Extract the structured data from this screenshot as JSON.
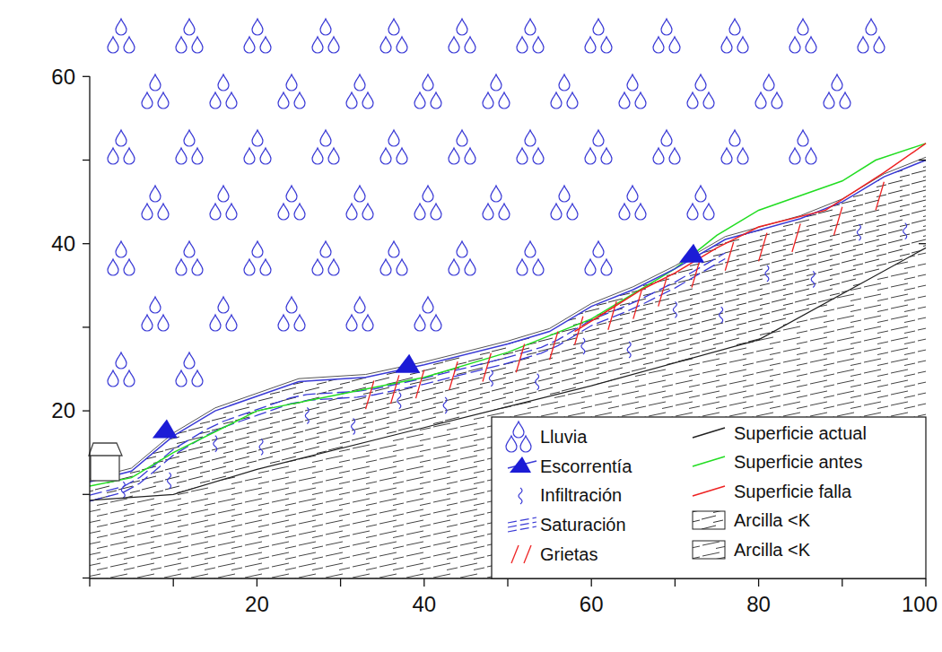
{
  "diagram": {
    "labels": [
      "60",
      "40",
      "20",
      "20",
      "40",
      "60",
      "80",
      "100"
    ],
    "legend": [
      {
        "text": "Lluvia"
      },
      {
        "text": "Escorrentía"
      },
      {
        "text": "Infiltración"
      },
      {
        "text": "Saturación"
      },
      {
        "text": "Grietas"
      },
      {
        "text": "Superficie actual"
      },
      {
        "text": "Superficie antes"
      },
      {
        "text": "Superficie falla"
      },
      {
        "text": "Arcilla <K"
      },
      {
        "text": "Arcilla <K"
      }
    ]
  }
}
